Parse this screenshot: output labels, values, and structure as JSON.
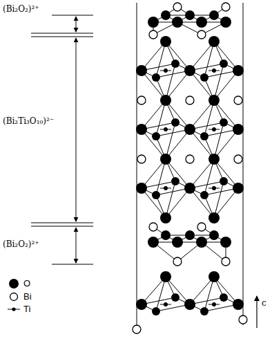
{
  "diagram": {
    "labels": [
      "(Bi₂O₂)²⁺",
      "(Bi₂Ti₃O₁₀)²⁻",
      "(Bi₂O₂)²⁺",
      "c"
    ],
    "legend": [
      {
        "text": "O"
      },
      {
        "text": "Bi"
      },
      {
        "text": "Ti"
      }
    ]
  }
}
